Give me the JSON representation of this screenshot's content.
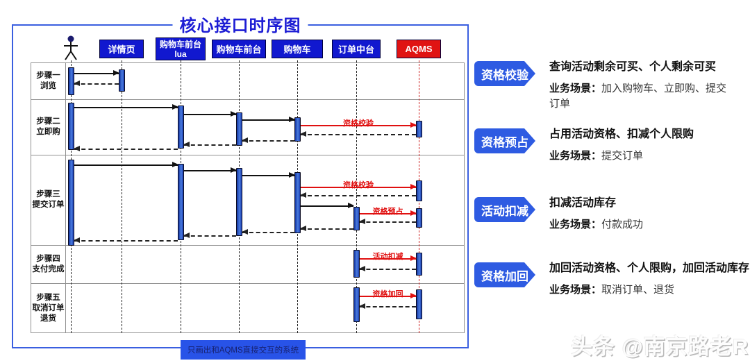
{
  "title": "核心接口时序图",
  "diagram": {
    "actors": [
      "详情页",
      "购物车前台\nlua",
      "购物车前台",
      "购物车",
      "订单中台",
      "AQMS"
    ],
    "steps": [
      "步骤一\n浏览",
      "步骤二\n立即购",
      "步骤三\n提交订单",
      "步骤四\n支付完成",
      "步骤五\n取消订单\n退货"
    ],
    "messages": {
      "check": "资格校验",
      "hold": "资格预占",
      "deduct": "活动扣减",
      "giveback": "资格加回"
    },
    "note": "只画出和AQMS直接交互的系统"
  },
  "legend": [
    {
      "badge": "资格校验",
      "headline": "查询活动剩余可买、个人剩余可买",
      "scenario_label": "业务场景：",
      "scenario": "加入购物车、立即购、提交订单"
    },
    {
      "badge": "资格预占",
      "headline": "占用活动资格、扣减个人限购",
      "scenario_label": "业务场景：",
      "scenario": "提交订单"
    },
    {
      "badge": "活动扣减",
      "headline": "扣减活动库存",
      "scenario_label": "业务场景：",
      "scenario": "付款成功"
    },
    {
      "badge": "资格加回",
      "headline": "加回活动资格、个人限购，加回活动库存",
      "scenario_label": "业务场景：",
      "scenario": "取消订单、退货"
    }
  ],
  "watermark": "头条 @南京路老R",
  "colors": {
    "frame_border": "#3a5fe0",
    "actor_box_blue": "#1118cf",
    "aqms_box_red": "#e01313",
    "message_red": "#e01010",
    "legend_badge_blue": "#2e5be2",
    "note_bg": "#2853e8",
    "title_blue": "#1d1dd4"
  }
}
